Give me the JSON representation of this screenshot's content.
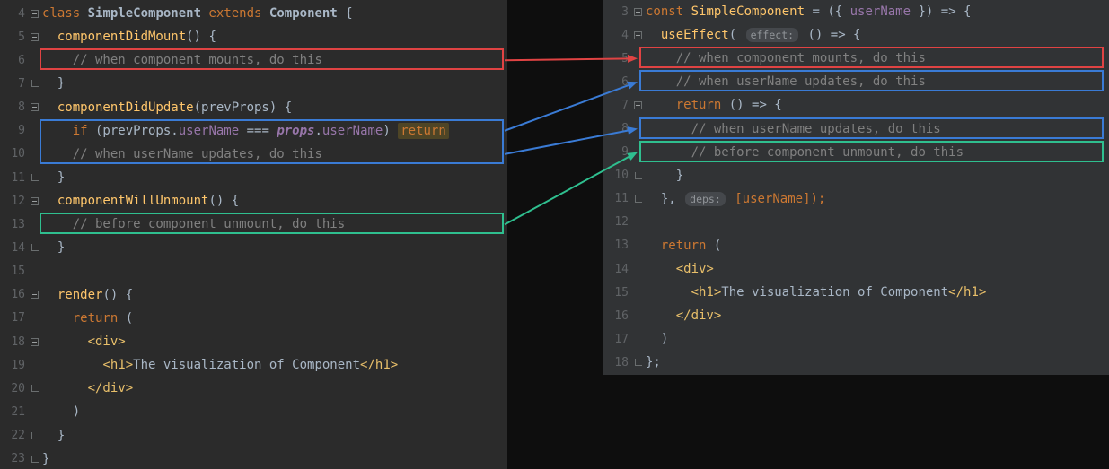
{
  "theme": {
    "page_bg": "#0e0e0e",
    "left_editor_bg": "#2b2b2b",
    "right_editor_bg": "#313335",
    "gutter_color": "#606366",
    "colors": {
      "keyword": "#cc7832",
      "function": "#ffc66b",
      "comment": "#808080",
      "plain": "#a9b7c6",
      "field": "#9876aa",
      "jsx_tag": "#e8bf6a",
      "return_highlight_bg": "#4e4526",
      "hint_bg": "#45484c",
      "hint_fg": "#909498"
    },
    "highlight_colors": {
      "red": "#e04343",
      "blue": "#3a7bd5",
      "green": "#2fbf8f"
    }
  },
  "left_editor": {
    "title": "class-component-lifecycle",
    "first_line": 4,
    "lines": [
      {
        "num": 4,
        "fold": "start",
        "seg": [
          [
            "class",
            "kw"
          ],
          [
            " ",
            "pl"
          ],
          [
            "SimpleComponent",
            "plb"
          ],
          [
            " ",
            "pl"
          ],
          [
            "extends",
            "kw"
          ],
          [
            " ",
            "pl"
          ],
          [
            "Component",
            "plb"
          ],
          [
            " {",
            "pl"
          ]
        ]
      },
      {
        "num": 5,
        "fold": "start",
        "seg": [
          [
            "  ",
            "pl"
          ],
          [
            "componentDidMount",
            "fn"
          ],
          [
            "() {",
            "pl"
          ]
        ]
      },
      {
        "num": 6,
        "fold": null,
        "seg": [
          [
            "    ",
            "pl"
          ],
          [
            "// when component mounts, do this",
            "cm"
          ]
        ]
      },
      {
        "num": 7,
        "fold": "end",
        "seg": [
          [
            "  }",
            "pl"
          ]
        ]
      },
      {
        "num": 8,
        "fold": "start",
        "seg": [
          [
            "  ",
            "pl"
          ],
          [
            "componentDidUpdate",
            "fn"
          ],
          [
            "(prevProps) {",
            "pl"
          ]
        ]
      },
      {
        "num": 9,
        "fold": null,
        "seg": [
          [
            "    ",
            "pl"
          ],
          [
            "if",
            "kw"
          ],
          [
            " (prevProps.",
            "pl"
          ],
          [
            "userName",
            "pu"
          ],
          [
            " === ",
            "pl"
          ],
          [
            "props",
            "pui"
          ],
          [
            ".",
            "pl"
          ],
          [
            "userName",
            "pu"
          ],
          [
            ") ",
            "pl"
          ],
          [
            "return",
            "ret"
          ]
        ]
      },
      {
        "num": 10,
        "fold": null,
        "seg": [
          [
            "    ",
            "pl"
          ],
          [
            "// when userName updates, do this",
            "cm"
          ]
        ]
      },
      {
        "num": 11,
        "fold": "end",
        "seg": [
          [
            "  }",
            "pl"
          ]
        ]
      },
      {
        "num": 12,
        "fold": "start",
        "seg": [
          [
            "  ",
            "pl"
          ],
          [
            "componentWillUnmount",
            "fn"
          ],
          [
            "() {",
            "pl"
          ]
        ]
      },
      {
        "num": 13,
        "fold": null,
        "seg": [
          [
            "    ",
            "pl"
          ],
          [
            "// before component unmount, do this",
            "cm"
          ]
        ]
      },
      {
        "num": 14,
        "fold": "end",
        "seg": [
          [
            "  }",
            "pl"
          ]
        ]
      },
      {
        "num": 15,
        "fold": null,
        "seg": [
          [
            "",
            "pl"
          ]
        ]
      },
      {
        "num": 16,
        "fold": "start",
        "seg": [
          [
            "  ",
            "pl"
          ],
          [
            "render",
            "fn"
          ],
          [
            "() {",
            "pl"
          ]
        ]
      },
      {
        "num": 17,
        "fold": null,
        "seg": [
          [
            "    ",
            "pl"
          ],
          [
            "return",
            "kw"
          ],
          [
            " (",
            "pl"
          ]
        ]
      },
      {
        "num": 18,
        "fold": "start",
        "seg": [
          [
            "      ",
            "pl"
          ],
          [
            "<div>",
            "tag"
          ]
        ]
      },
      {
        "num": 19,
        "fold": null,
        "seg": [
          [
            "        ",
            "pl"
          ],
          [
            "<h1>",
            "tag"
          ],
          [
            "The visualization of Component",
            "pl"
          ],
          [
            "</h1>",
            "tag"
          ]
        ]
      },
      {
        "num": 20,
        "fold": "end",
        "seg": [
          [
            "      ",
            "pl"
          ],
          [
            "</div>",
            "tag"
          ]
        ]
      },
      {
        "num": 21,
        "fold": null,
        "seg": [
          [
            "    )",
            "pl"
          ]
        ]
      },
      {
        "num": 22,
        "fold": "end",
        "seg": [
          [
            "  }",
            "pl"
          ]
        ]
      },
      {
        "num": 23,
        "fold": "end",
        "seg": [
          [
            "}",
            "pl"
          ]
        ]
      }
    ],
    "highlights": [
      {
        "color": "red",
        "start": 6,
        "count": 1
      },
      {
        "color": "blue",
        "start": 9,
        "count": 2
      },
      {
        "color": "green",
        "start": 13,
        "count": 1
      }
    ]
  },
  "right_editor": {
    "title": "hooks-useEffect",
    "first_line": 3,
    "lines": [
      {
        "num": 3,
        "fold": "start",
        "seg": [
          [
            "const",
            "kw"
          ],
          [
            " ",
            "pl"
          ],
          [
            "SimpleComponent",
            "fn"
          ],
          [
            " = ({ ",
            "pl"
          ],
          [
            "userName",
            "pu"
          ],
          [
            " }) => {",
            "pl"
          ]
        ]
      },
      {
        "num": 4,
        "fold": "start",
        "seg": [
          [
            "  ",
            "pl"
          ],
          [
            "useEffect",
            "fn"
          ],
          [
            "( ",
            "pl"
          ],
          [
            "effect:",
            "hint"
          ],
          [
            " () => {",
            "pl"
          ]
        ]
      },
      {
        "num": 5,
        "fold": null,
        "seg": [
          [
            "    ",
            "pl"
          ],
          [
            "// when component mounts, do this",
            "cm"
          ]
        ]
      },
      {
        "num": 6,
        "fold": null,
        "seg": [
          [
            "    ",
            "pl"
          ],
          [
            "// when userName updates, do this",
            "cm"
          ]
        ]
      },
      {
        "num": 7,
        "fold": "start",
        "seg": [
          [
            "    ",
            "pl"
          ],
          [
            "return",
            "kw"
          ],
          [
            " () => {",
            "pl"
          ]
        ]
      },
      {
        "num": 8,
        "fold": null,
        "seg": [
          [
            "      ",
            "pl"
          ],
          [
            "// when userName updates, do this",
            "cm"
          ]
        ]
      },
      {
        "num": 9,
        "fold": null,
        "seg": [
          [
            "      ",
            "pl"
          ],
          [
            "// before component unmount, do this",
            "cm"
          ]
        ]
      },
      {
        "num": 10,
        "fold": "end",
        "seg": [
          [
            "    }",
            "pl"
          ]
        ]
      },
      {
        "num": 11,
        "fold": "end",
        "seg": [
          [
            "  }, ",
            "pl"
          ],
          [
            "deps:",
            "hint"
          ],
          [
            " ",
            "pl"
          ],
          [
            "[userName]);",
            "or"
          ]
        ]
      },
      {
        "num": 12,
        "fold": null,
        "seg": [
          [
            "",
            "pl"
          ]
        ]
      },
      {
        "num": 13,
        "fold": null,
        "seg": [
          [
            "  ",
            "pl"
          ],
          [
            "return",
            "kw"
          ],
          [
            " (",
            "pl"
          ]
        ]
      },
      {
        "num": 14,
        "fold": null,
        "seg": [
          [
            "    ",
            "pl"
          ],
          [
            "<div>",
            "tag"
          ]
        ]
      },
      {
        "num": 15,
        "fold": null,
        "seg": [
          [
            "      ",
            "pl"
          ],
          [
            "<h1>",
            "tag"
          ],
          [
            "The visualization of Component",
            "pl"
          ],
          [
            "</h1>",
            "tag"
          ]
        ]
      },
      {
        "num": 16,
        "fold": null,
        "seg": [
          [
            "    ",
            "pl"
          ],
          [
            "</div>",
            "tag"
          ]
        ]
      },
      {
        "num": 17,
        "fold": null,
        "seg": [
          [
            "  )",
            "pl"
          ]
        ]
      },
      {
        "num": 18,
        "fold": "end",
        "seg": [
          [
            "};",
            "pl"
          ]
        ]
      }
    ],
    "highlights": [
      {
        "color": "red",
        "start": 5,
        "count": 1
      },
      {
        "color": "blue",
        "start": 6,
        "count": 1
      },
      {
        "color": "blue",
        "start": 8,
        "count": 1
      },
      {
        "color": "green",
        "start": 9,
        "count": 1
      }
    ]
  },
  "arrows": [
    {
      "color": "red",
      "from_line": 6,
      "to_line": 5
    },
    {
      "color": "blue",
      "from_line": 9,
      "to_line": 6
    },
    {
      "color": "blue",
      "from_line": 10,
      "to_line": 8
    },
    {
      "color": "green",
      "from_line": 13,
      "to_line": 9
    }
  ]
}
